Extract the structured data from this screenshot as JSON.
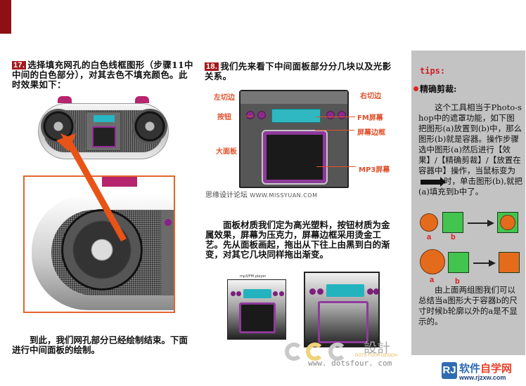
{
  "step17": {
    "number": "17.",
    "text": "选择填充网孔的白色线框图形（步骤11中中间的白色部分），对其去色不填充颜色。此时效果如下："
  },
  "step17_conclusion": "到此，我们网孔部分已经绘制结束。下面进行中间面板的绘制。",
  "boombox": {
    "brand_label": "mp3/FM player"
  },
  "step18": {
    "number": "18.",
    "text": "我们先来看下中间面板部分分几块以及光影关系。",
    "labels": {
      "left_cut": "左切边",
      "right_cut": "右切边",
      "button": "按钮",
      "fm_screen": "FM屏幕",
      "screen_frame": "屏幕边框",
      "big_panel": "大面板",
      "mp3_screen": "MP3屏幕"
    },
    "watermark": {
      "site": "思缘设计论坛",
      "url": "WWW.MISSYUAN.COM"
    },
    "material_text": "面板材质我们定为高光塑料，按钮材质为金属效果，屏幕为压克力，屏幕边框采用烫金工艺。先从面板画起，拖出从下往上由黑到白的渐变，对其它几块同样拖出渐变。"
  },
  "mini_player_label": "mp3/FM player",
  "dots_logo": {
    "title": "設計",
    "subtitle": "DOTS FOUR DESIGN",
    "url": "www. dotsfour. com"
  },
  "tips": {
    "title": "tips:",
    "heading": "精确剪裁:",
    "body_part1": "这个工具相当于Photo-shop中的遮罩功能，如下图把图形(a)放置到(b)中，那么图形(b)就是容器。操作步骤选中图形(a)然后进行【效果】/【精确剪裁】/【放置在容器中】操作，当鼠标变为",
    "body_part2": "时，单击图形(b),就把(a)填充到b中了。",
    "label_a": "a",
    "label_b": "b",
    "summary": "由上面两组图我们可以总结当a图形大于容器b的尺寸时候b轮廓以外的a是不显示的。",
    "colors": {
      "circle": "#e46b1c",
      "square": "#43c44e",
      "background": "#c3c3c3",
      "title": "#cc1f25"
    }
  },
  "rj_logo": {
    "icon": "RJ",
    "name_part1": "软件",
    "name_part2": "自学网",
    "url": "www.rjzxw.com"
  }
}
